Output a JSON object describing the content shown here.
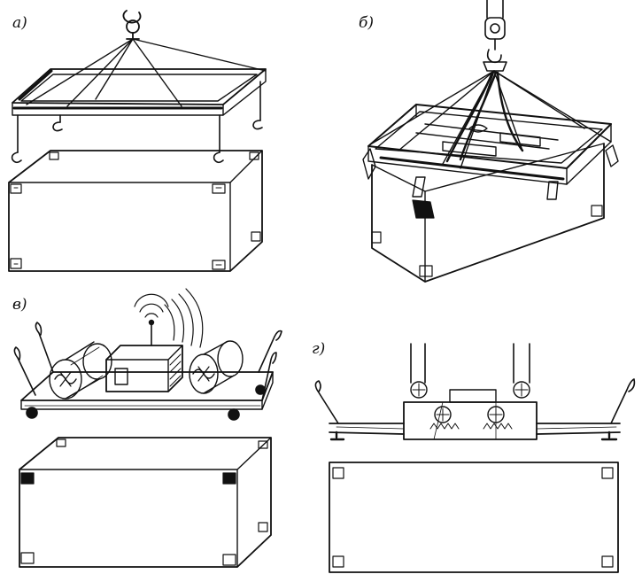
{
  "panels": {
    "a": {
      "label": "а)"
    },
    "b": {
      "label": "б)"
    },
    "v": {
      "label": "в)"
    },
    "g": {
      "label": "г)"
    }
  },
  "colors": {
    "ink": "#111111",
    "paper": "#ffffff"
  }
}
